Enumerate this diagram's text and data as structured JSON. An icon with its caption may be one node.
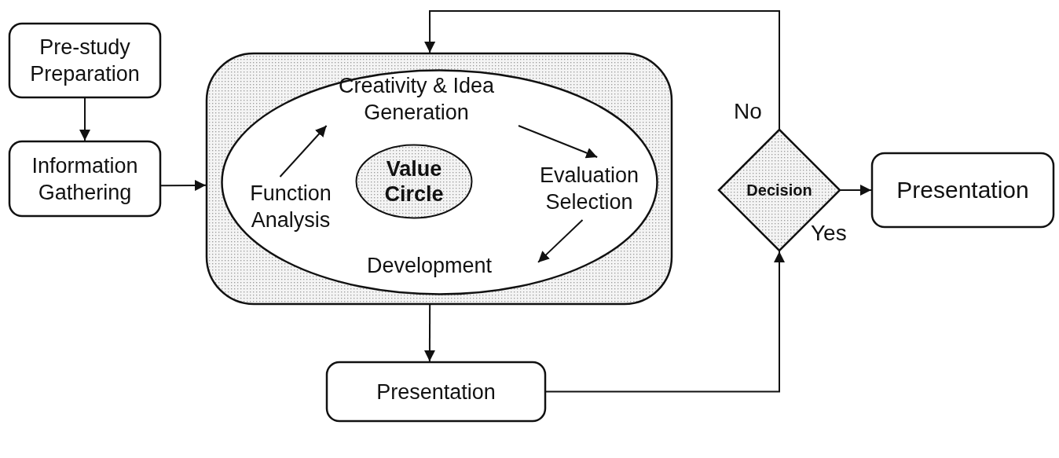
{
  "diagram": {
    "nodes": [
      {
        "text": [
          "Pre-study Preparation"
        ]
      },
      {
        "text": [
          "Information Gathering"
        ]
      },
      {
        "text": [],
        "shape": "box"
      },
      {
        "text": [],
        "shape": "ellipse",
        "in": 2
      },
      {
        "text": [
          "Creativity & Idea Generation"
        ],
        "in": 3
      },
      {
        "text": [
          "Function Analysis"
        ],
        "in": 3
      },
      {
        "text": [
          "Value Circle"
        ],
        "in": 3
      },
      {
        "text": [
          "Evaluation Selection"
        ],
        "in": 3
      },
      {
        "text": [
          "Development"
        ],
        "in": 3
      },
      {
        "text": [
          "Decision"
        ]
      },
      {
        "text": [
          "Presentation"
        ]
      },
      {
        "text": [
          "Presentation"
        ]
      }
    ],
    "edges": [
      {
        "from": 0,
        "to": 1,
        "arrow": "to"
      },
      {
        "from": 1,
        "to": 2,
        "arrow": "to"
      },
      {
        "from": 5,
        "to": 4,
        "arrow": "to"
      },
      {
        "from": 4,
        "to": 7,
        "arrow": "to"
      },
      {
        "from": 7,
        "to": 8,
        "arrow": "to"
      },
      {
        "from": 2,
        "to": 11,
        "arrow": "to"
      },
      {
        "from": 11,
        "to": 9,
        "arrow": "to"
      },
      {
        "from": 9,
        "to": 2,
        "arrow": "to",
        "label": "No"
      },
      {
        "from": 9,
        "to": 10,
        "arrow": "to",
        "label": "Yes"
      }
    ]
  }
}
